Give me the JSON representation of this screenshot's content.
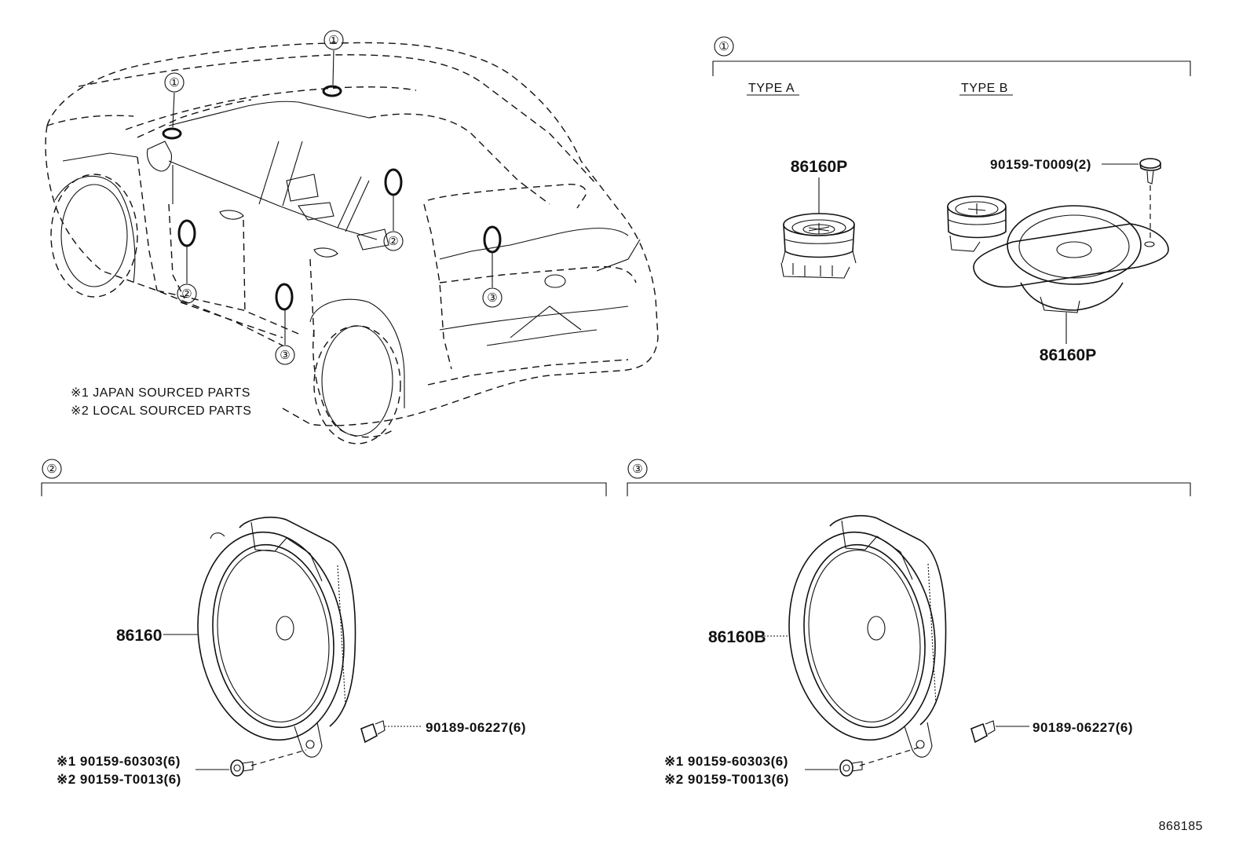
{
  "vehicle_markers": {
    "m1a": "①",
    "m1b": "①",
    "m2a": "②",
    "m2b": "②",
    "m3a": "③",
    "m3b": "③"
  },
  "notes": {
    "note1": "※1 JAPAN SOURCED PARTS",
    "note2": "※2 LOCAL SOURCED PARTS"
  },
  "section1": {
    "marker": "①",
    "type_a": "TYPE A",
    "type_b": "TYPE B",
    "part_type_a": "86160P",
    "part_type_b": "86160P",
    "screw": "90159-T0009(2)"
  },
  "section2": {
    "marker": "②",
    "speaker": "86160",
    "clip": "90189-06227(6)",
    "screw1": "※1 90159-60303(6)",
    "screw2": "※2 90159-T0013(6)"
  },
  "section3": {
    "marker": "③",
    "speaker": "86160B",
    "clip": "90189-06227(6)",
    "screw1": "※1 90159-60303(6)",
    "screw2": "※2 90159-T0013(6)"
  },
  "illustration_number": "868185"
}
